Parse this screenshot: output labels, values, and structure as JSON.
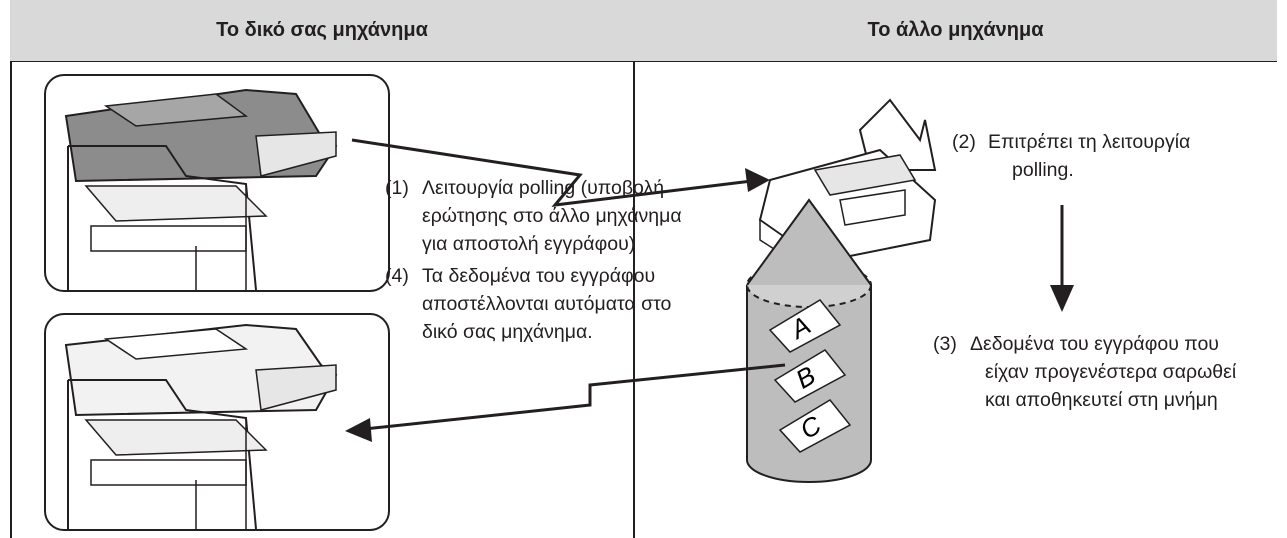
{
  "headers": {
    "left": "Το δικό σας μηχάνημα",
    "right": "Το άλλο μηχάνημα"
  },
  "steps": [
    {
      "num": "(1)",
      "lines": [
        "Λειτουργία polling (υποβολή",
        "ερώτησης στο άλλο μηχάνημα",
        "για αποστολή εγγράφου)"
      ]
    },
    {
      "num": "(2)",
      "lines": [
        "Επιτρέπει τη λειτουργία",
        "polling."
      ]
    },
    {
      "num": "(3)",
      "lines": [
        "Δεδομένα του εγγράφου που",
        "είχαν προγενέστερα σαρωθεί",
        "και αποθηκευτεί στη μνήμη"
      ]
    },
    {
      "num": "(4)",
      "lines": [
        "Τα δεδομένα του εγγράφου",
        "αποστέλλονται αυτόματα στο",
        "δικό σας μηχάνημα."
      ]
    }
  ],
  "memory_letters": [
    "A",
    "B",
    "C"
  ],
  "icons": [
    "multifunction-printer-icon",
    "fax-machine-icon",
    "memory-cylinder-icon"
  ],
  "colors": {
    "header_bg": "#d9d9d9",
    "line": "#231f20",
    "cylinder": "#bdbdbd",
    "printer_top": "#8c8c8c"
  }
}
